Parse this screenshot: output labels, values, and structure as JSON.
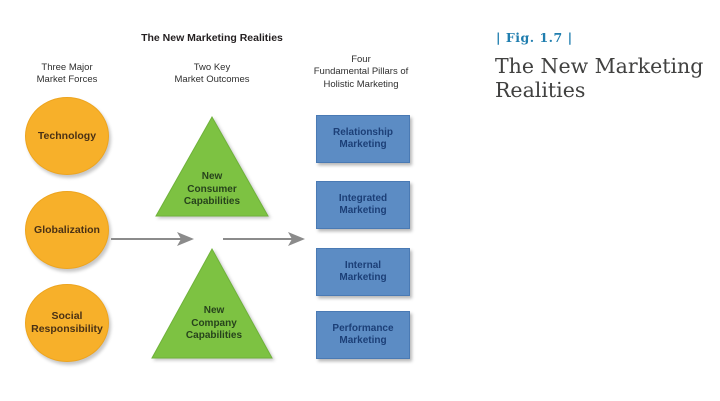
{
  "colors": {
    "force_fill": "#F7B02A",
    "force_edge": "#EDA41E",
    "force_text": "#4A3115",
    "outcome_fill": "#7DC242",
    "outcome_edge": "#6FB23A",
    "outcome_text": "#27431C",
    "pillar_fill": "#5C8CC4",
    "pillar_edge": "#4A7AB4",
    "pillar_text": "#1C3F77",
    "arrow_color": "#8B8B8B",
    "fig_accent": "#207EAF"
  },
  "diagram": {
    "title": "The New Marketing Realities",
    "col_headers": [
      {
        "label": "Three Major\nMarket Forces"
      },
      {
        "label": "Two Key\nMarket Outcomes"
      },
      {
        "label": "Four\nFundamental Pillars of\nHolistic Marketing"
      }
    ],
    "forces": [
      {
        "label": "Technology"
      },
      {
        "label": "Globalization"
      },
      {
        "label": "Social\nResponsibility"
      }
    ],
    "outcomes": [
      {
        "label": "New\nConsumer\nCapabilities"
      },
      {
        "label": "New\nCompany\nCapabilities"
      }
    ],
    "pillars": [
      {
        "label": "Relationship\nMarketing"
      },
      {
        "label": "Integrated\nMarketing"
      },
      {
        "label": "Internal\nMarketing"
      },
      {
        "label": "Performance\nMarketing"
      }
    ]
  },
  "caption": {
    "fig_label": "| Fig.  1.7 |",
    "title": "The New Marketing\nRealities"
  }
}
